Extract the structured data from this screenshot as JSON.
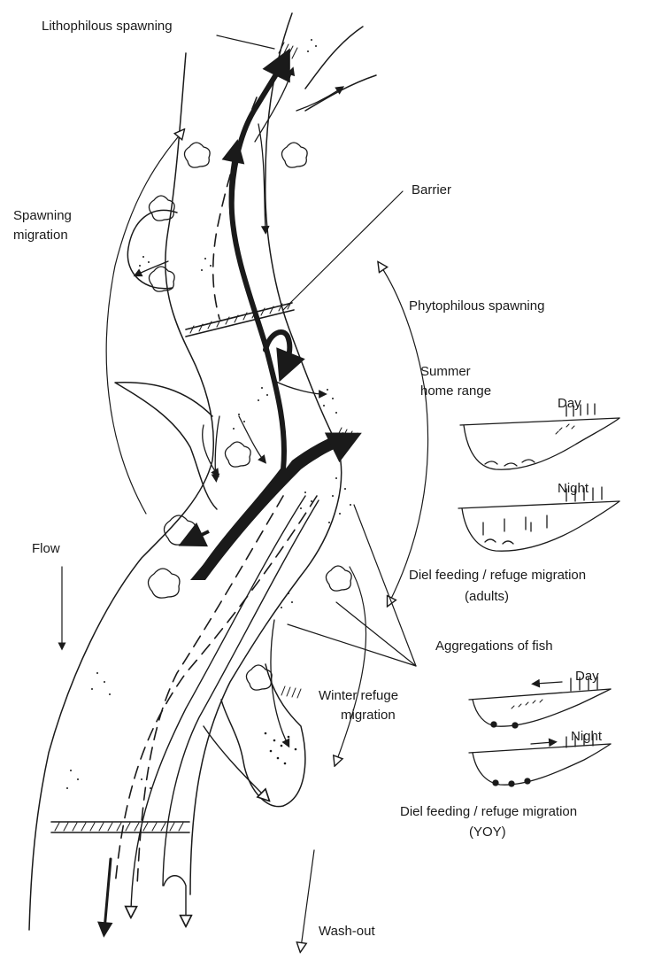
{
  "labels": {
    "lithophilous_spawning": "Lithophilous spawning",
    "barrier": "Barrier",
    "spawning_migration_1": "Spawning",
    "spawning_migration_2": "migration",
    "phytophilous_spawning": "Phytophilous spawning",
    "summer_home_range_1": "Summer",
    "summer_home_range_2": "home range",
    "day_adults": "Day",
    "night_adults": "Night",
    "flow": "Flow",
    "diel_adults_1": "Diel feeding / refuge migration",
    "diel_adults_2": "(adults)",
    "aggregations": "Aggregations of fish",
    "winter_refuge_1": "Winter refuge",
    "winter_refuge_2": "migration",
    "day_yoy": "Day",
    "night_yoy": "Night",
    "diel_yoy_1": "Diel feeding / refuge migration",
    "diel_yoy_2": "(YOY)",
    "wash_out": "Wash-out"
  },
  "colors": {
    "ink": "#1a1a1a",
    "paper": "#ffffff"
  }
}
